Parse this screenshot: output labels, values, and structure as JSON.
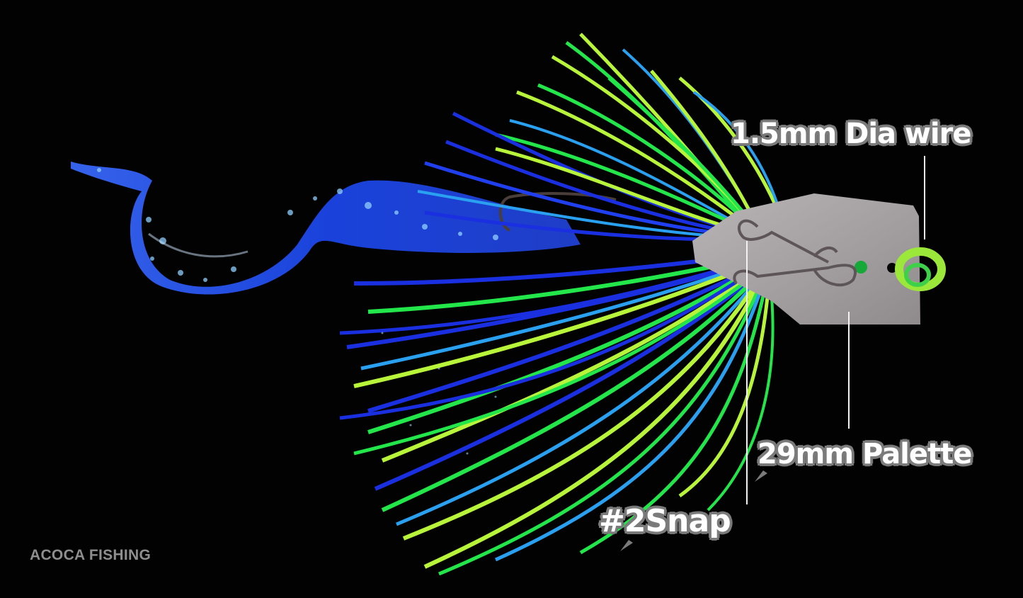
{
  "image": {
    "subject": "Chatterbait fishing lure with blue and chartreuse silicone skirt, blue glitter curly-tail trailer, silver blade",
    "background_color": "#000000"
  },
  "annotations": {
    "wire": {
      "label": "1.5mm Dia wire"
    },
    "palette": {
      "label": "29mm Palette"
    },
    "snap": {
      "label": "#2Snap"
    }
  },
  "watermark": {
    "text": "ACOCA FISHING"
  },
  "colors": {
    "skirt_blue": "#1a2fe0",
    "skirt_light_blue": "#2aa0f0",
    "skirt_green": "#22e64a",
    "skirt_chartreuse": "#b8f53a",
    "trailer_blue": "#2d5cff",
    "blade_silver": "#a9a5a7",
    "callout_text": "#ffffff",
    "callout_outline": "#7b7b7b",
    "watermark": "#8e8e8e"
  }
}
